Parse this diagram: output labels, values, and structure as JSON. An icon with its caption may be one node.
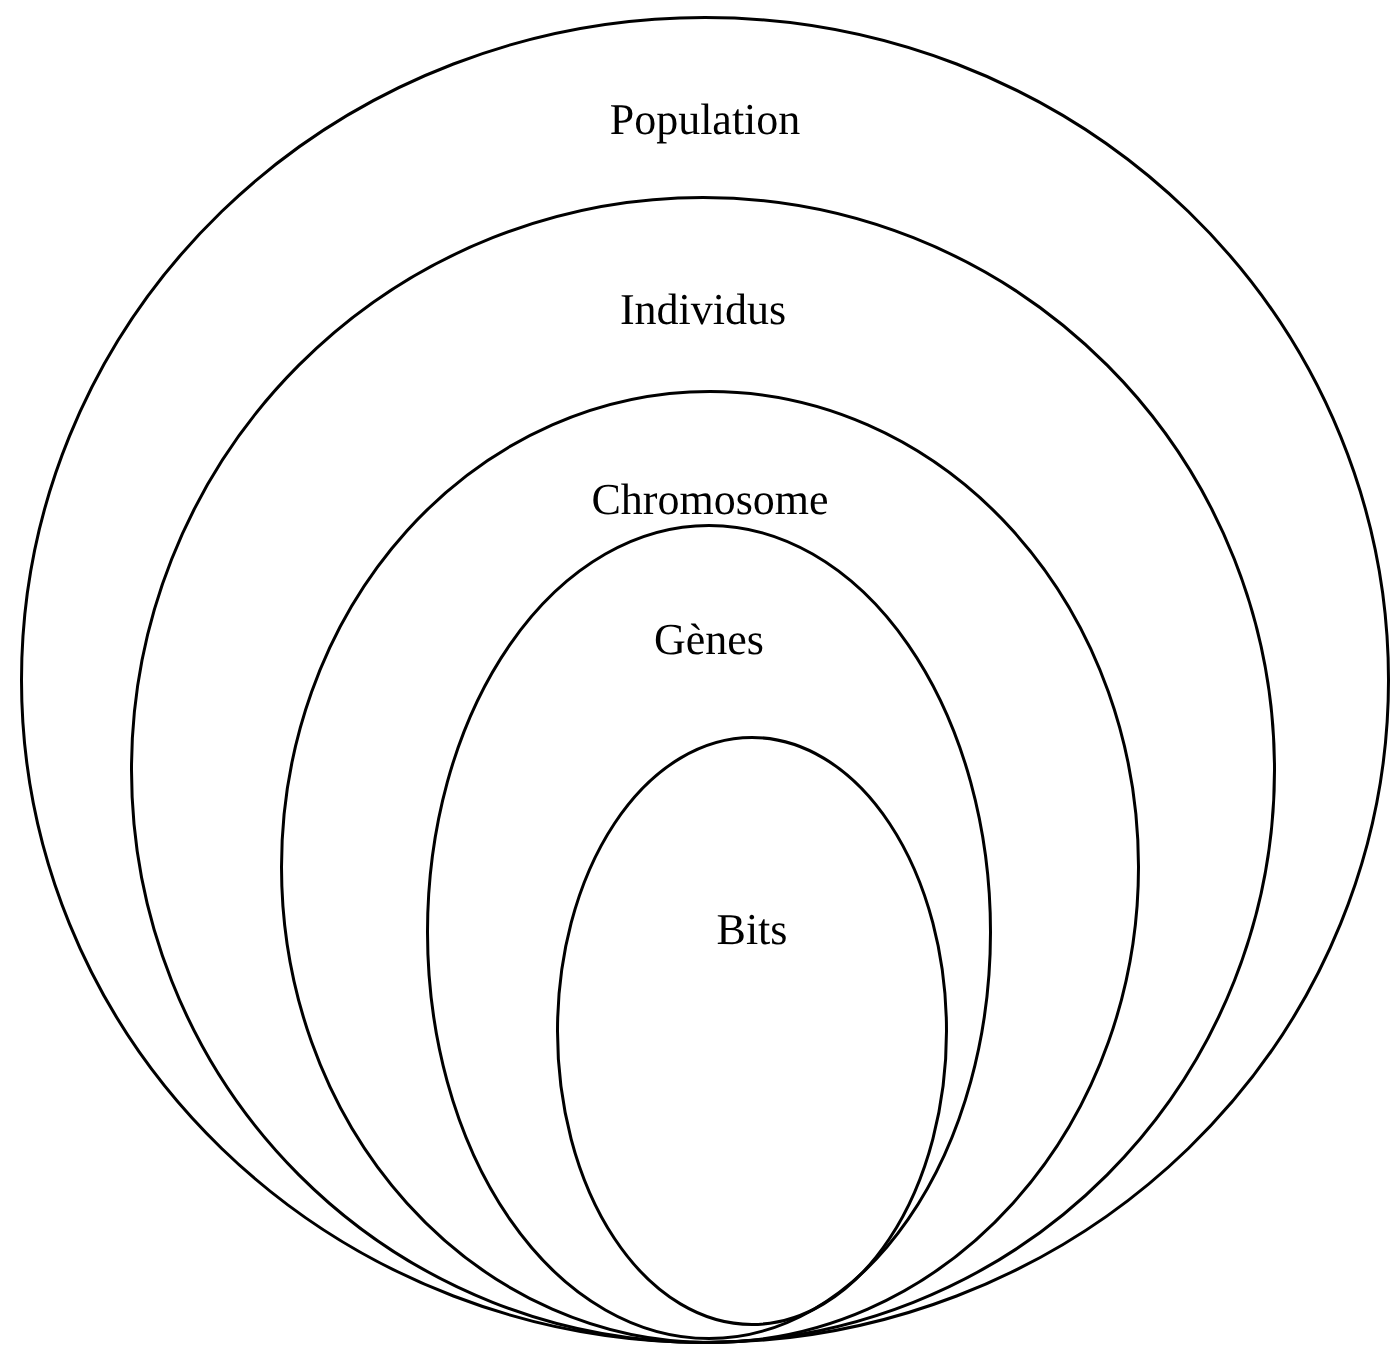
{
  "diagram": {
    "nodes": [
      {
        "text": [
          "Population"
        ]
      },
      {
        "text": [
          "Individus"
        ],
        "in": 0
      },
      {
        "text": [
          "Chromosome"
        ],
        "in": 1
      },
      {
        "text": [
          "Gènes"
        ],
        "in": 2
      },
      {
        "text": [
          "Bits"
        ],
        "in": 3
      }
    ]
  }
}
